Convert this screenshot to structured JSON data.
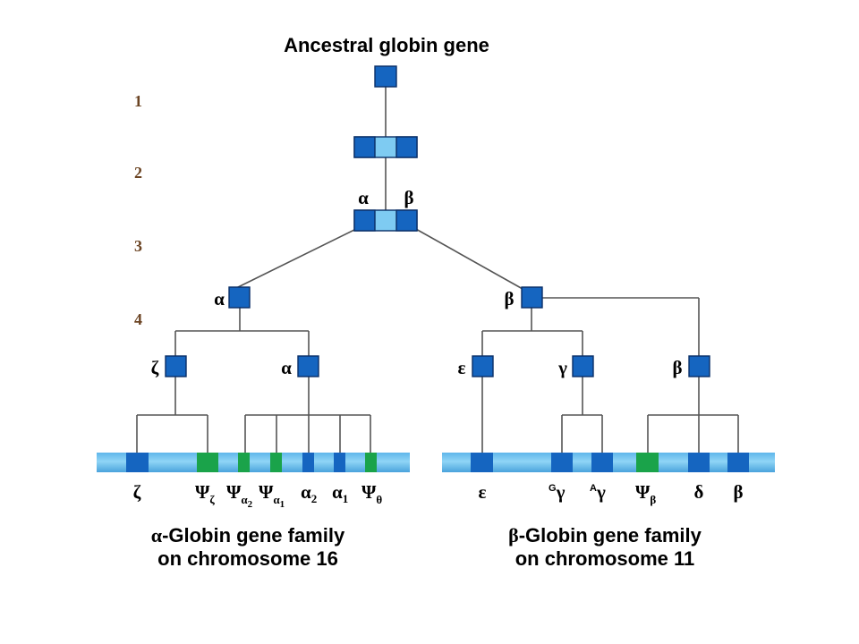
{
  "title": "Ancestral globin gene",
  "steps": [
    "1",
    "2",
    "3",
    "4"
  ],
  "colors": {
    "gene": "#1565c0",
    "gene_dark": "#0a2f66",
    "chromosome": "#7ecbf2",
    "pseudogene": "#1aa34a",
    "step_text": "#6b4423",
    "line": "#555555"
  },
  "labels": {
    "alpha_top": "α",
    "beta_top": "β",
    "alpha_node": "α",
    "beta_node": "β",
    "zeta_node": "ζ",
    "alpha_sub_node": "α",
    "epsilon_node": "ε",
    "gamma_node": "γ",
    "beta_sub_node": "β"
  },
  "alpha_genes": {
    "zeta": "ζ",
    "psi_zeta": {
      "main": "Ψ",
      "sub": "ζ"
    },
    "psi_alpha2": {
      "main": "Ψ",
      "sub": "α",
      "sub2": "2"
    },
    "psi_alpha1": {
      "main": "Ψ",
      "sub": "α",
      "sub2": "1"
    },
    "alpha2": {
      "main": "α",
      "sub": "2"
    },
    "alpha1": {
      "main": "α",
      "sub": "1"
    },
    "psi_theta": {
      "main": "Ψ",
      "sub": "θ"
    }
  },
  "beta_genes": {
    "epsilon": "ε",
    "g_gamma": {
      "sup": "G",
      "main": "γ"
    },
    "a_gamma": {
      "sup": "A",
      "main": "γ"
    },
    "psi_beta": {
      "main": "Ψ",
      "sub": "β"
    },
    "delta": "δ",
    "beta": "β"
  },
  "families": {
    "alpha": {
      "greek": "α",
      "line1": "-Globin gene family",
      "line2": "on chromosome 16"
    },
    "beta": {
      "greek": "β",
      "line1": "-Globin gene family",
      "line2": "on chromosome 11"
    }
  }
}
